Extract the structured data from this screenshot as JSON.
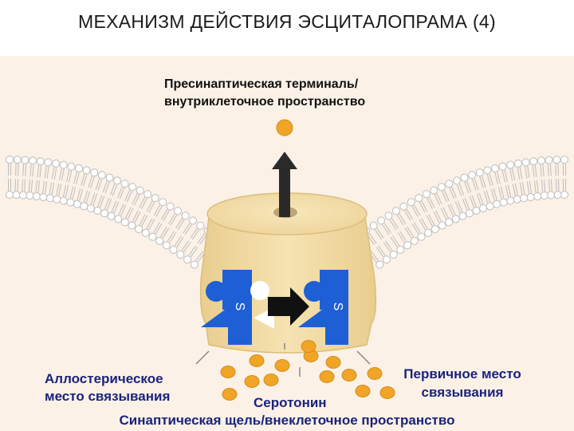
{
  "title": "МЕХАНИЗМ ДЕЙСТВИЯ ЭСЦИТАЛОПРАМА (4)",
  "labels": {
    "presynaptic_line1": "Пресинаптическая терминаль/",
    "presynaptic_line2": "внутриклеточное пространство",
    "allosteric_line1": "Аллостерическое",
    "allosteric_line2": "место связывания",
    "primary_line1": "Первичное место",
    "primary_line2": "связывания",
    "serotonin": "Серотонин",
    "synaptic": "Синаптическая щель/внеклеточное пространство"
  },
  "glyphs": {
    "left": "S",
    "right": "S"
  },
  "colors": {
    "transporter": "#f3dea5",
    "transporter_edge": "#d9be7e",
    "binding_site": "#1e5fd6",
    "serotonin": "#f0a526",
    "membrane": "#bdbdbd",
    "panel": "#fbf1e6",
    "arrow": "#2a2a2a"
  }
}
